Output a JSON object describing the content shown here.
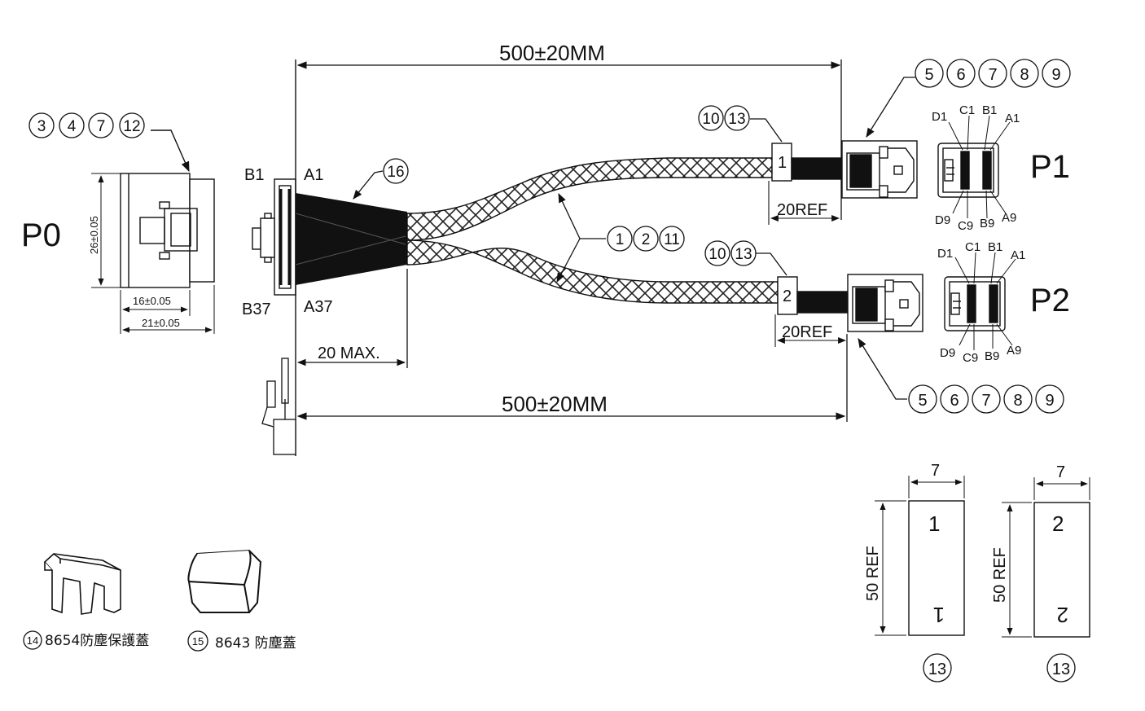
{
  "ports": {
    "p0": "P0",
    "p1": "P1",
    "p2": "P2"
  },
  "dimensions": {
    "top_length": "500±20MM",
    "bottom_length": "500±20MM",
    "max_20": "20 MAX.",
    "ref_p1": "20REF",
    "ref_p2": "20REF",
    "p0_height": "26±0.05",
    "p0_width_16": "16±0.05",
    "p0_width_21": "21±0.05",
    "label_width_1": "7",
    "label_width_2": "7",
    "label_height_1": "50 REF",
    "label_height_2": "50 REF"
  },
  "pins": {
    "p0": {
      "b1": "B1",
      "a1": "A1",
      "b37": "B37",
      "a37": "A37"
    },
    "p1": {
      "d1": "D1",
      "c1": "C1",
      "b1": "B1",
      "a1": "A1",
      "d9": "D9",
      "c9": "C9",
      "b9": "B9",
      "a9": "A9"
    },
    "p2": {
      "d1": "D1",
      "c1": "C1",
      "b1": "B1",
      "a1": "A1",
      "d9": "D9",
      "c9": "C9",
      "b9": "B9",
      "a9": "A9"
    }
  },
  "callouts": {
    "p0_conn": [
      "3",
      "4",
      "7",
      "12"
    ],
    "p1_conn": [
      "5",
      "6",
      "7",
      "8",
      "9"
    ],
    "p2_conn": [
      "5",
      "6",
      "7",
      "8",
      "9"
    ],
    "cable": [
      "1",
      "2",
      "11"
    ],
    "sleeve": [
      "16"
    ],
    "label_p1": [
      "10",
      "13"
    ],
    "label_p2": [
      "10",
      "13"
    ],
    "label_1": "13",
    "label_2": "13"
  },
  "labels": {
    "tag1": "1",
    "tag2": "2",
    "label1_top": "1",
    "label1_bottom": "1",
    "label2_top": "2",
    "label2_bottom": "2"
  },
  "parts": {
    "item14_num": "14",
    "item14_text": "8654防塵保護蓋",
    "item15_num": "15",
    "item15_text": "8643 防塵蓋"
  }
}
